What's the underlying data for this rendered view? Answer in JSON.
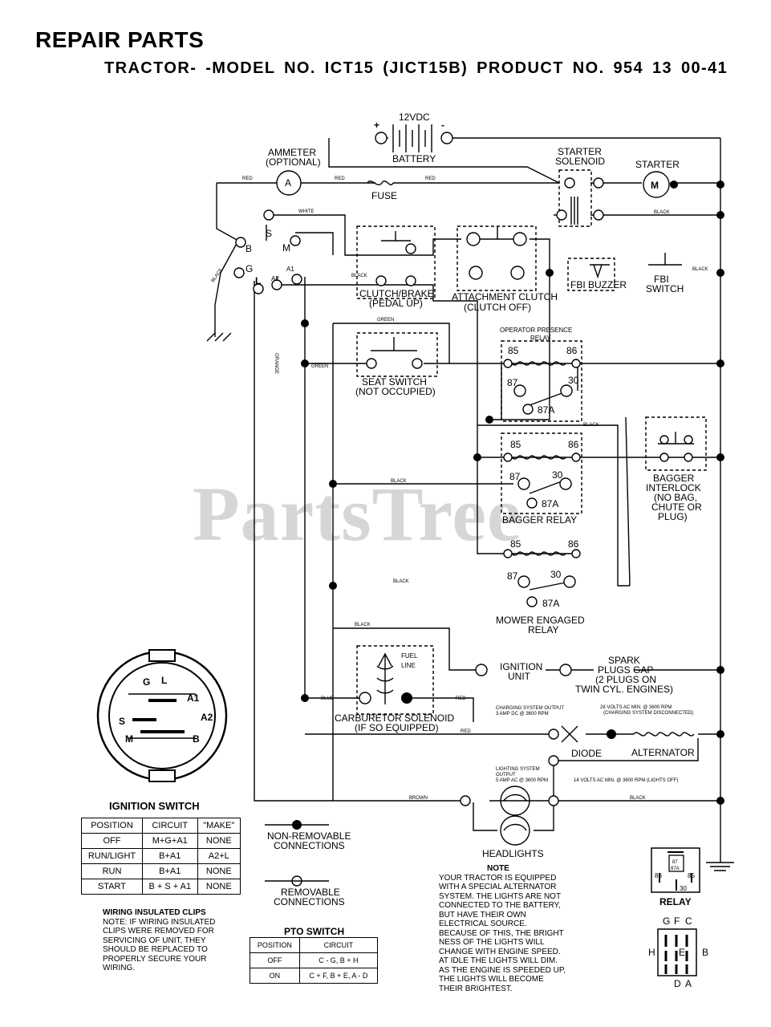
{
  "header": {
    "title": "REPAIR PARTS",
    "subtitle": "TRACTOR- -MODEL NO. ICT15 (JICT15B) PRODUCT NO. 954 13 00-41"
  },
  "watermark": "PartsTree",
  "components": {
    "battery": "BATTERY",
    "battery_voltage": "12VDC",
    "plus": "+",
    "minus": "-",
    "ammeter": [
      "AMMETER",
      "(OPTIONAL)"
    ],
    "ammeter_symbol": "A",
    "fuse": "FUSE",
    "starter_solenoid": [
      "STARTER",
      "SOLENOID"
    ],
    "starter": "STARTER",
    "starter_symbol": "M",
    "clutch_brake": [
      "CLUTCH/BRAKE",
      "(PEDAL UP)"
    ],
    "attachment_clutch": [
      "ATTACHMENT CLUTCH",
      "(CLUTCH OFF)"
    ],
    "fbi_buzzer": "FBI BUZZER",
    "fbi_switch": [
      "FBI",
      "SWITCH"
    ],
    "operator_presence_relay": [
      "OPERATOR PRESENCE",
      "RELAY"
    ],
    "seat_switch": [
      "SEAT SWITCH",
      "(NOT OCCUPIED)"
    ],
    "bagger_relay": "BAGGER RELAY",
    "bagger_interlock": [
      "BAGGER",
      "INTERLOCK",
      "(NO BAG,",
      "CHUTE OR",
      "PLUG)"
    ],
    "mower_engaged_relay": [
      "MOWER ENGAGED",
      "RELAY"
    ],
    "fuel_line": [
      "FUEL",
      "LINE"
    ],
    "ignition_unit": [
      "IGNITION",
      "UNIT"
    ],
    "spark_plugs": [
      "SPARK",
      "PLUGS GAP",
      "(2 PLUGS ON",
      "TWIN CYL. ENGINES)"
    ],
    "carburetor_solenoid": [
      "CARBURETOR SOLENOID",
      "(IF SO EQUIPPED)"
    ],
    "diode": "DIODE",
    "alternator": "ALTERNATOR",
    "headlights": "HEADLIGHTS",
    "relay_pins": [
      "85",
      "86",
      "87",
      "30",
      "87A"
    ],
    "ignition_terminals": [
      "B",
      "S",
      "M",
      "G",
      "L",
      "A2",
      "A1"
    ]
  },
  "wire_labels": {
    "red": "RED",
    "white": "WHITE",
    "black": "BLACK",
    "green": "GREEN",
    "blue": "BLUE",
    "brown": "BROWN",
    "orange": "ORANGE"
  },
  "charging_notes": {
    "output_a": [
      "CHARGING SYSTEM OUTPUT",
      "3 AMP DC @ 3600 RPM"
    ],
    "output_b": [
      "28 VOLTS AC MIN. @ 3600 RPM",
      "(CHARGING SYSTEM DISCONNECTED)"
    ],
    "lighting_a": [
      "LIGHTING SYSTEM",
      "OUTPUT",
      "5 AMP AC @ 3600 RPM"
    ],
    "lighting_b": "14 VOLTS AC MIN. @ 3600 RPM (LIGHTS OFF)"
  },
  "ignition_switch": {
    "caption": "IGNITION SWITCH",
    "headers": [
      "POSITION",
      "CIRCUIT",
      "\"MAKE\""
    ],
    "rows": [
      [
        "OFF",
        "M+G+A1",
        "NONE"
      ],
      [
        "RUN/LIGHT",
        "B+A1",
        "A2+L"
      ],
      [
        "RUN",
        "B+A1",
        "NONE"
      ],
      [
        "START",
        "B + S + A1",
        "NONE"
      ]
    ],
    "face_labels": [
      "G",
      "L",
      "A1",
      "A2",
      "S",
      "M",
      "B"
    ]
  },
  "pto_switch": {
    "caption": "PTO SWITCH",
    "headers": [
      "POSITION",
      "CIRCUIT"
    ],
    "rows": [
      [
        "OFF",
        "C - G, B + H"
      ],
      [
        "ON",
        "C + F, B + E, A - D"
      ]
    ],
    "face_labels": [
      "G",
      "F",
      "C",
      "H",
      "E",
      "B",
      "D",
      "A"
    ]
  },
  "relay_legend": {
    "caption": "RELAY",
    "pins": [
      "87",
      "87A",
      "86",
      "85",
      "30"
    ]
  },
  "legend": {
    "non_removable": [
      "NON-REMOVABLE",
      "CONNECTIONS"
    ],
    "removable": [
      "REMOVABLE",
      "CONNECTIONS"
    ]
  },
  "wiring_clips_note": {
    "heading": "WIRING INSULATED CLIPS",
    "lines": [
      "NOTE: IF WIRING INSULATED",
      "CLIPS WERE REMOVED FOR",
      "SERVICING OF UNIT, THEY",
      "SHOULD BE REPLACED TO",
      "PROPERLY SECURE YOUR",
      "WIRING."
    ]
  },
  "lights_note": {
    "heading": "NOTE",
    "lines": [
      "YOUR TRACTOR IS EQUIPPED",
      "WITH A SPECIAL ALTERNATOR",
      "SYSTEM. THE LIGHTS ARE NOT",
      "CONNECTED TO THE BATTERY,",
      "BUT HAVE THEIR OWN",
      "ELECTRICAL SOURCE.",
      "BECAUSE OF THIS, THE BRIGHT",
      "NESS OF THE LIGHTS WILL",
      "CHANGE WITH ENGINE SPEED.",
      "AT IDLE THE LIGHTS WILL DIM.",
      "AS THE ENGINE IS SPEEDED UP,",
      "THE LIGHTS WILL BECOME",
      "THEIR BRIGHTEST."
    ]
  }
}
